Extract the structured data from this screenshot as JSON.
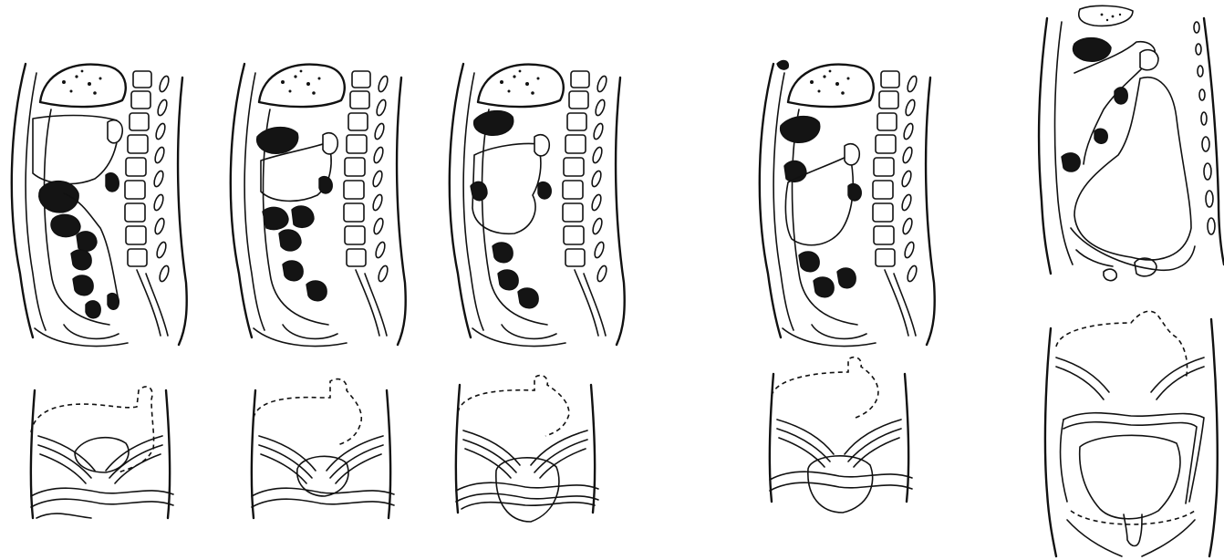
{
  "figure": {
    "labels": [],
    "colors": {
      "ink": "#111111",
      "paper": "#ffffff",
      "gas_bubble": "#141414",
      "barium_wave": "#222222"
    },
    "panels": [
      {
        "id": "1",
        "views": [
          "sagittal-section",
          "frontal-view"
        ],
        "stomach_position": "high"
      },
      {
        "id": "2",
        "views": [
          "sagittal-section",
          "frontal-view"
        ],
        "stomach_position": "mid"
      },
      {
        "id": "3",
        "views": [
          "sagittal-section",
          "frontal-view"
        ],
        "stomach_position": "lower"
      },
      {
        "id": "4",
        "views": [
          "sagittal-section",
          "frontal-view"
        ],
        "stomach_position": "low"
      },
      {
        "id": "5",
        "views": [
          "sagittal-section",
          "frontal-view"
        ],
        "stomach_position": "pelvic"
      }
    ]
  }
}
